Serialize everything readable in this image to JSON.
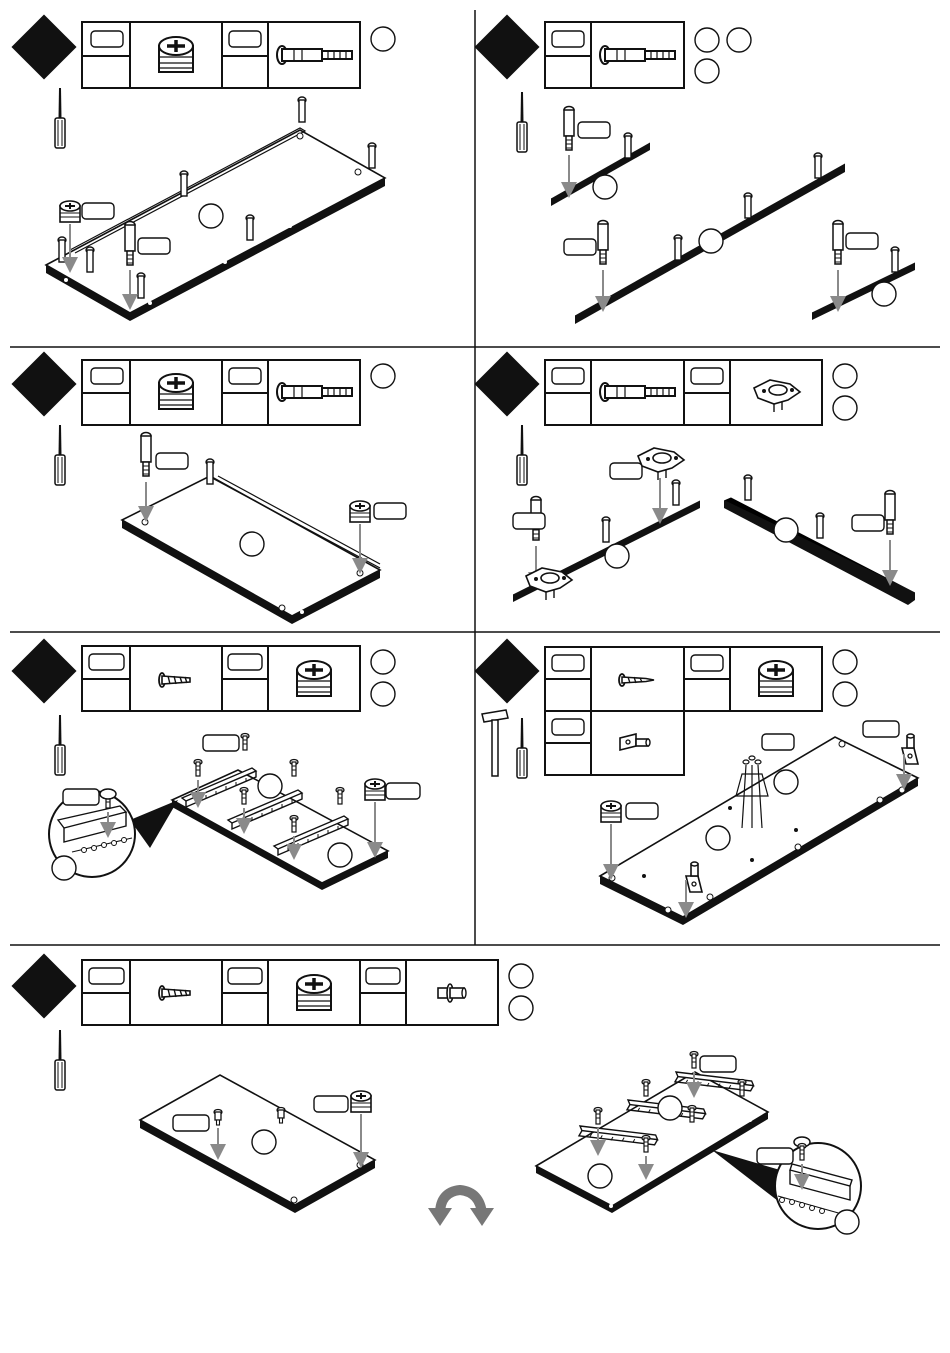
{
  "page": {
    "background": "#ffffff",
    "ink": "#111111",
    "arrow_color": "#8a8a8a"
  },
  "steps": [
    {
      "id": 1,
      "parts": [
        "cam-lock",
        "cam-dowel"
      ],
      "tools": [
        "screwdriver-icon"
      ],
      "callouts": 3
    },
    {
      "id": 2,
      "parts": [
        "cam-dowel"
      ],
      "tools": [
        "screwdriver-icon"
      ],
      "callouts": 4
    },
    {
      "id": 3,
      "parts": [
        "cam-lock",
        "cam-dowel"
      ],
      "tools": [
        "screwdriver-icon"
      ],
      "callouts": 3
    },
    {
      "id": 4,
      "parts": [
        "cam-dowel",
        "hinge"
      ],
      "tools": [
        "screwdriver-icon"
      ],
      "callouts": 4
    },
    {
      "id": 5,
      "parts": [
        "screw",
        "cam-lock"
      ],
      "tools": [
        "screwdriver-icon"
      ],
      "callouts": 4
    },
    {
      "id": 6,
      "parts": [
        "wood-screw",
        "cam-lock",
        "shelf-support"
      ],
      "tools": [
        "hammer-icon",
        "screwdriver-icon"
      ],
      "callouts": 5
    },
    {
      "id": 7,
      "parts": [
        "screw",
        "cam-lock",
        "peg"
      ],
      "tools": [
        "screwdriver-icon"
      ],
      "callouts": 5
    }
  ]
}
